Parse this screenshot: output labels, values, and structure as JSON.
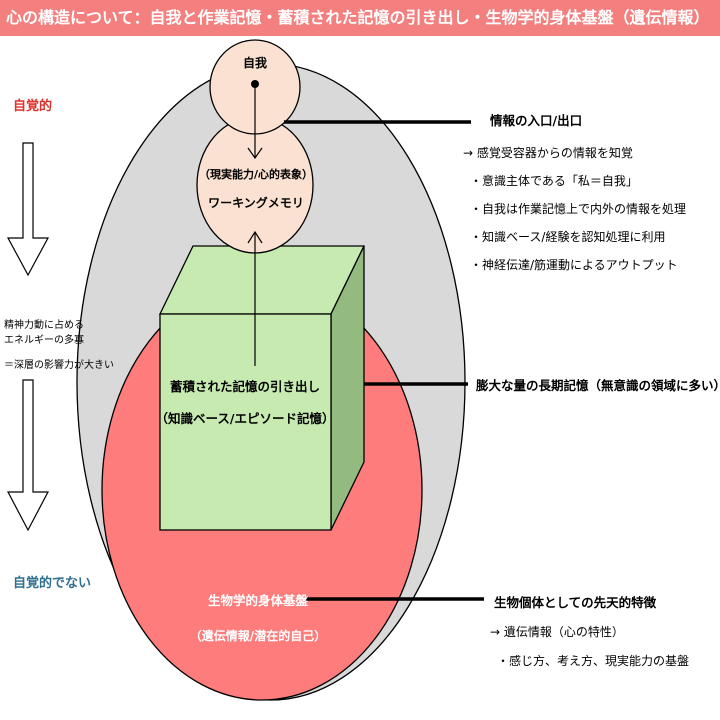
{
  "title": "心の構造について：自我と作業記憶・蓄積された記憶の引き出し・生物学的身体基盤（遺伝情報）",
  "left_axis": {
    "top_label": "自覚的",
    "middle_lines": [
      "精神力動に占める",
      "エネルギーの多寡",
      "＝深層の影響力が大きい"
    ],
    "bottom_label": "自覚的でない"
  },
  "nodes": {
    "ego": "自我",
    "working_memory_line1": "（現実能力/心的表象）",
    "working_memory_line2": "ワーキングメモリ",
    "cube_line1": "蓄積された記憶の引き出し",
    "cube_line2": "（知識ベース/エピソード記憶）",
    "bio_line1": "生物学的身体基盤",
    "bio_line2": "（遺伝情報/潜在的自己）"
  },
  "annotations": {
    "io_title": "情報の入口/出口",
    "io_items": [
      "→ 感覚受容器からの情報を知覚",
      "・意識主体である「私＝自我」",
      "・自我は作業記憶上で内外の情報を処理",
      "・知識ベース/経験を認知処理に利用",
      "・神経伝達/筋運動によるアウトプット"
    ],
    "ltm": "膨大な量の長期記憶（無意識の領域に多い）",
    "innate_title": "生物個体としての先天的特徴",
    "innate_items": [
      "→ 遺伝情報（心の特性）",
      "・感じ方、考え方、現実能力の基盤"
    ]
  },
  "colors": {
    "title_bar": "#f47f7f",
    "outer_ellipse": "#d9d9d9",
    "bio_ellipse": "#ff7c7c",
    "cube_front": "#c6eab0",
    "cube_side": "#93bb7f",
    "ego_circle": "#fbe1d1",
    "side_top": "#e0302a",
    "side_bottom": "#2f6f8f"
  }
}
